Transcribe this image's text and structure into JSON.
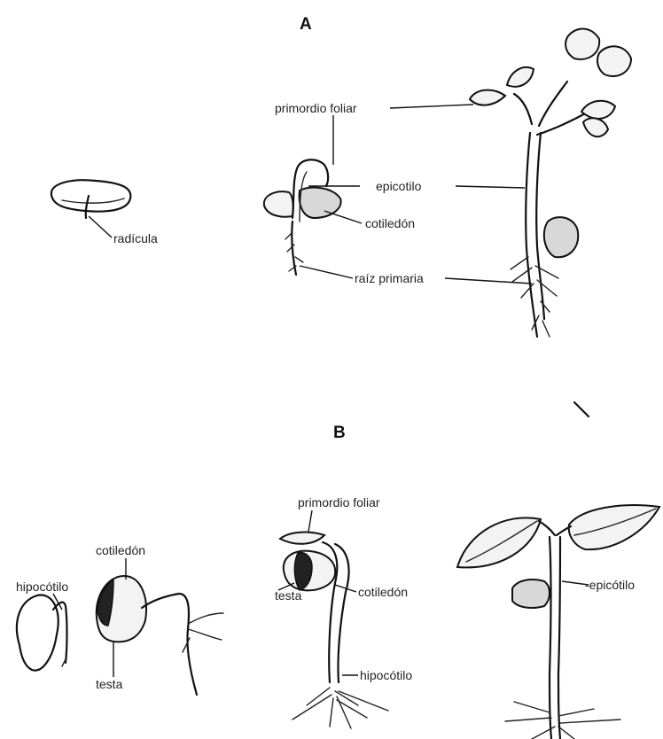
{
  "panels": {
    "a": {
      "heading": "A",
      "labels": {
        "radicula": "radícula",
        "primordio_foliar": "primordio foliar",
        "epicotilo": "epicotilo",
        "cotiledon": "cotiledón",
        "raiz_primaria": "raíz primaria"
      }
    },
    "b": {
      "heading": "B",
      "labels": {
        "hipocotilo_1": "hipocótilo",
        "cotiledon_1": "cotiledón",
        "testa_1": "testa",
        "primordio_foliar": "primordio foliar",
        "testa_2": "testa",
        "cotiledon_2": "cotiledón",
        "hipocotilo_2": "hipocótilo",
        "epicotilo": "-epicótilo"
      }
    }
  }
}
